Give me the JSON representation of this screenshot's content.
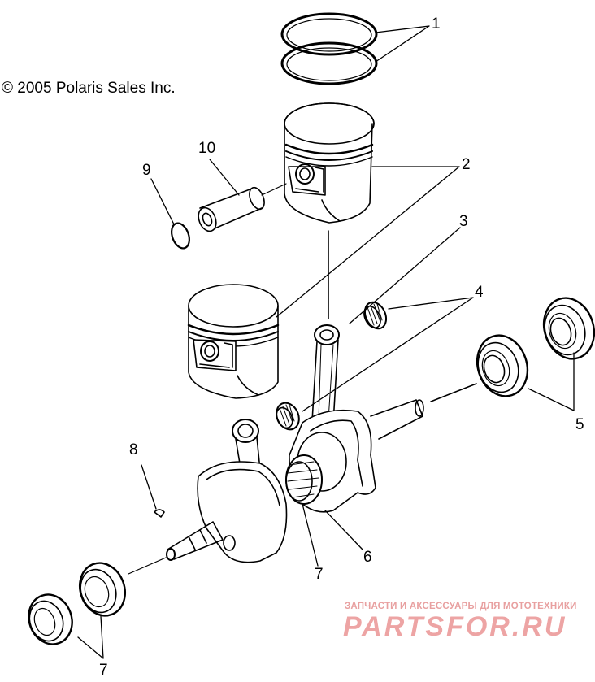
{
  "copyright": "© 2005 Polaris Sales Inc.",
  "callouts": [
    {
      "id": "1",
      "label": "1"
    },
    {
      "id": "2",
      "label": "2"
    },
    {
      "id": "3",
      "label": "3"
    },
    {
      "id": "4",
      "label": "4"
    },
    {
      "id": "5",
      "label": "5"
    },
    {
      "id": "6",
      "label": "6"
    },
    {
      "id": "7a",
      "label": "7"
    },
    {
      "id": "7b",
      "label": "7"
    },
    {
      "id": "8",
      "label": "8"
    },
    {
      "id": "9",
      "label": "9"
    },
    {
      "id": "10",
      "label": "10"
    }
  ],
  "watermark": {
    "caption": "ЗАПЧАСТИ И АКСЕССУАРЫ ДЛЯ МОТОТЕХНИКИ",
    "brand": "PARTSFOR.RU",
    "caption_color": "#e8a0a0",
    "brand_color": "#e05a5a"
  },
  "colors": {
    "line": "#000000",
    "background": "#ffffff"
  }
}
